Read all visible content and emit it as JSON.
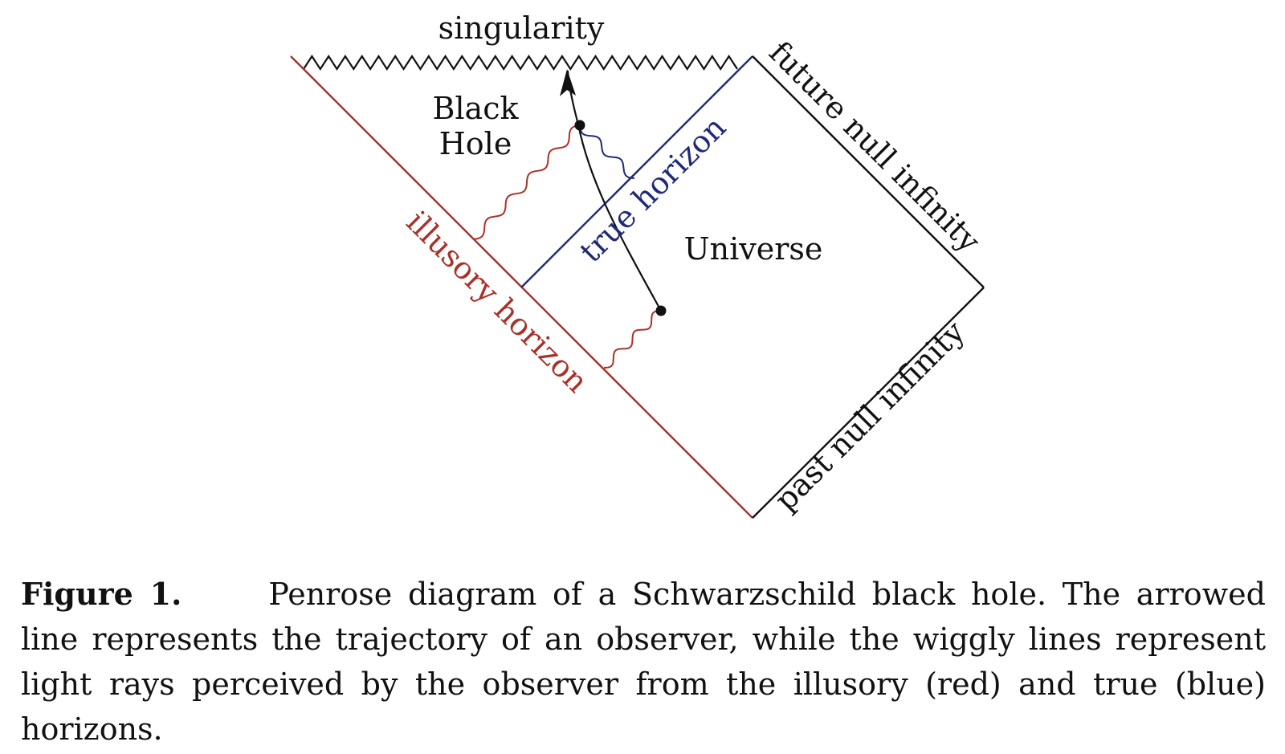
{
  "diagram": {
    "labels": {
      "singularity": "singularity",
      "black_hole_line1": "Black",
      "black_hole_line2": "Hole",
      "universe": "Universe",
      "true_horizon": "true horizon",
      "illusory_horizon": "illusory horizon",
      "future_null_infinity": "future null infinity",
      "past_null_infinity": "past null infinity"
    },
    "colors": {
      "illusory_horizon": "#a8322a",
      "true_horizon": "#1f2a78",
      "lines": "#111111"
    }
  },
  "caption": {
    "figure_label": "Figure 1.",
    "text": "Penrose diagram of a Schwarzschild black hole. The arrowed line represents the trajectory of an observer, while the wiggly lines represent light rays perceived by the observer from the illusory (red) and true (blue) horizons."
  }
}
